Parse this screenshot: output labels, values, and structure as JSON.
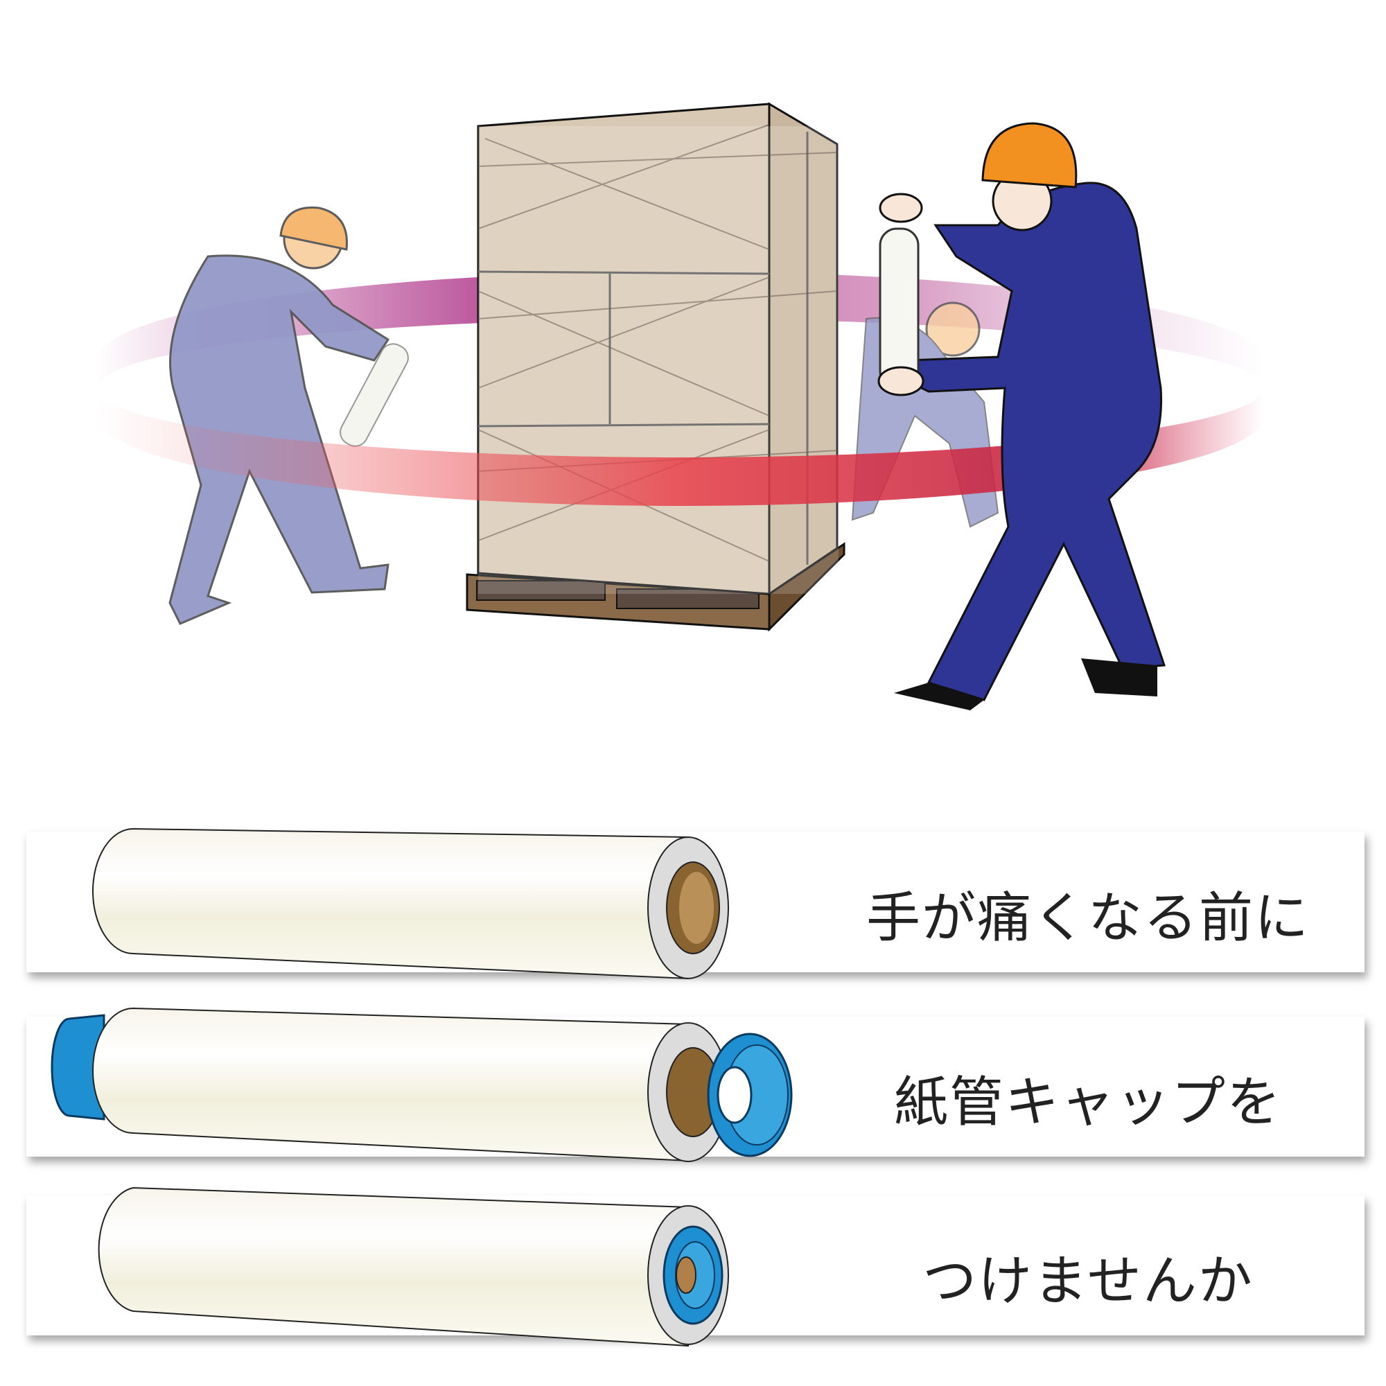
{
  "captions": [
    "手が痛くなる前に",
    "紙管キャップを",
    "つけませんか"
  ],
  "colors": {
    "ring": "#e8404a",
    "ring_back": "#b03a8c",
    "worker_front": "#2e3594",
    "worker_back": "#9398c8",
    "helmet": "#f29120",
    "cap": "#1e8fd0",
    "box": "#d8c9b4",
    "pallet": "#7a5a3a"
  }
}
